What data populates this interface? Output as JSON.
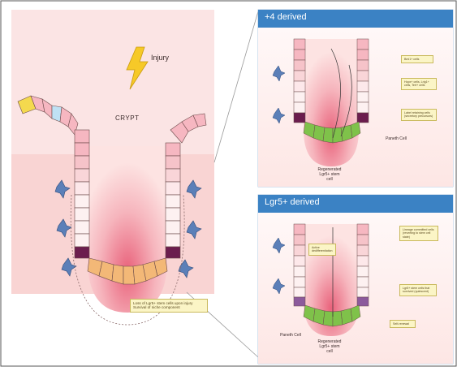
{
  "main": {
    "injury_label": "Injury",
    "crypt_label": "CRYPT",
    "loss_note_line1": "Loss of Lgr5+ stem cells upon injury",
    "loss_note_line2": "Survival of niche component"
  },
  "panel_plus4": {
    "title": "+4 derived",
    "note1": "Bmi1+ cells",
    "note2": "Hopx+ cells, Lrig1+ cells, Tert+ cells",
    "note3": "Label retaining cells (secretory precursors)",
    "paneth_label": "Paneth Cell",
    "regen_label_1": "Regenerated",
    "regen_label_2": "Lgr5+ stem",
    "regen_label_3": "cell"
  },
  "panel_lgr5": {
    "title": "Lgr5+ derived",
    "note_top": "Lineage committed cells (reverting to stem cell state)",
    "note_left": "Active dedifferentiation",
    "note_mid": "Lgr5+ stem cells that survived (quiescent)",
    "note_low": "Self-renewal",
    "paneth_label": "Paneth Cell",
    "regen_label_1": "Regenerated",
    "regen_label_2": "Lgr5+ stem",
    "regen_label_3": "cell"
  }
}
